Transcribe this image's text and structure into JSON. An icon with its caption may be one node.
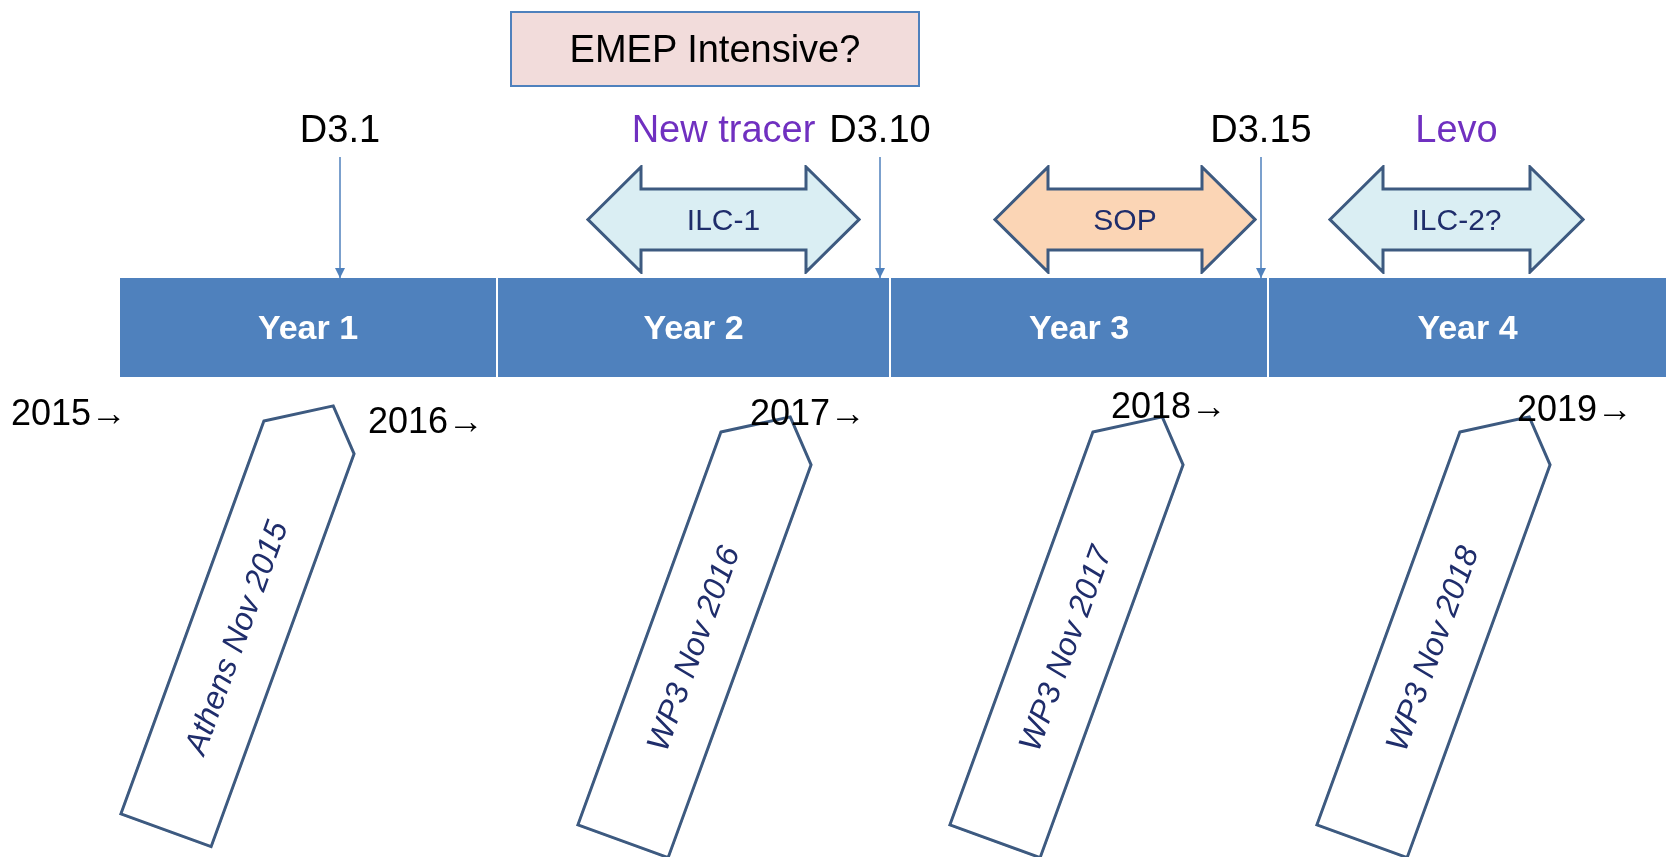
{
  "diagram": {
    "nodes": [
      {
        "text": [
          "EMEP Intensive?"
        ]
      },
      {
        "text": [
          "D3.1"
        ]
      },
      {
        "text": [
          "D3.10"
        ]
      },
      {
        "text": [
          "D3.15"
        ]
      },
      {
        "text": [
          "ILC-1"
        ],
        "beside": [
          "New tracer"
        ]
      },
      {
        "text": [
          "SOP"
        ]
      },
      {
        "text": [
          "ILC-2?"
        ],
        "beside": [
          "Levo"
        ]
      },
      {
        "text": [
          "Year 1"
        ]
      },
      {
        "text": [
          "Year 2"
        ]
      },
      {
        "text": [
          "Year 3"
        ]
      },
      {
        "text": [
          "Year 4"
        ]
      },
      {
        "text": [
          "Athens Nov 2015"
        ]
      },
      {
        "text": [
          "WP3 Nov 2016"
        ]
      },
      {
        "text": [
          "WP3 Nov 2017"
        ]
      },
      {
        "text": [
          "WP3 Nov 2018"
        ]
      }
    ],
    "edges": [
      {
        "from": 1,
        "to": 7,
        "arrow": "to"
      },
      {
        "from": 2,
        "to": 8,
        "arrow": "to"
      },
      {
        "from": 3,
        "to": 9,
        "arrow": "to"
      }
    ],
    "labels": [
      "2015→",
      "2016→",
      "2017→",
      "2018→",
      "2019→"
    ]
  }
}
